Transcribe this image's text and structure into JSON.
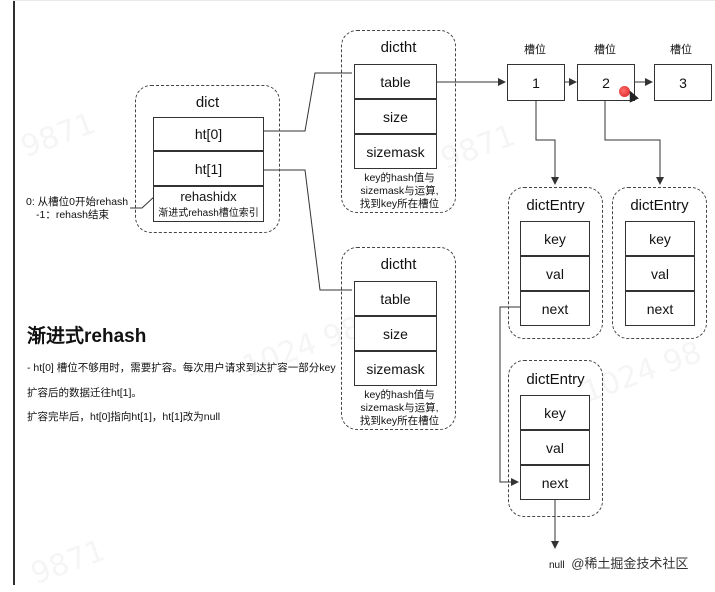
{
  "dict": {
    "title": "dict",
    "ht0": "ht[0]",
    "ht1": "ht[1]",
    "rehashidx": "rehashidx",
    "rehashidx_note": "渐进式rehash槽位索引"
  },
  "side_note": {
    "line1": "0: 从槽位0开始rehash",
    "line2": "-1：rehash结束"
  },
  "dictht_top": {
    "title": "dictht",
    "rows": [
      "table",
      "size",
      "sizemask"
    ],
    "note": [
      "key的hash值与",
      "sizemask与运算,",
      "找到key所在槽位"
    ]
  },
  "dictht_bottom": {
    "title": "dictht",
    "rows": [
      "table",
      "size",
      "sizemask"
    ],
    "note": [
      "key的hash值与",
      "sizemask与运算,",
      "找到key所在槽位"
    ]
  },
  "slots": [
    {
      "label": "槽位",
      "value": "1"
    },
    {
      "label": "槽位",
      "value": "2"
    },
    {
      "label": "槽位",
      "value": "3"
    }
  ],
  "entry1": {
    "title": "dictEntry",
    "rows": [
      "key",
      "val",
      "next"
    ]
  },
  "entry2": {
    "title": "dictEntry",
    "rows": [
      "key",
      "val",
      "next"
    ]
  },
  "entry3": {
    "title": "dictEntry",
    "rows": [
      "key",
      "val",
      "next"
    ]
  },
  "heading": "渐进式rehash",
  "description": [
    "- ht[0] 槽位不够用时，需要扩容。每次用户请求到达扩容一部分key",
    "扩容后的数据迁往ht[1]。",
    "扩容完毕后，ht[0]指向ht[1]，ht[1]改为null"
  ],
  "null_label": "null",
  "footer_text": "@稀土掘金技术社区",
  "watermarks": [
    "9871",
    "9871",
    "1024 98",
    "1024 98",
    "9871"
  ],
  "icons": {
    "logo": "juejin-logo-icon",
    "cursor": "mouse-cursor-icon"
  },
  "colors": {
    "cursor_dot": "#e02020",
    "line": "#333333"
  }
}
